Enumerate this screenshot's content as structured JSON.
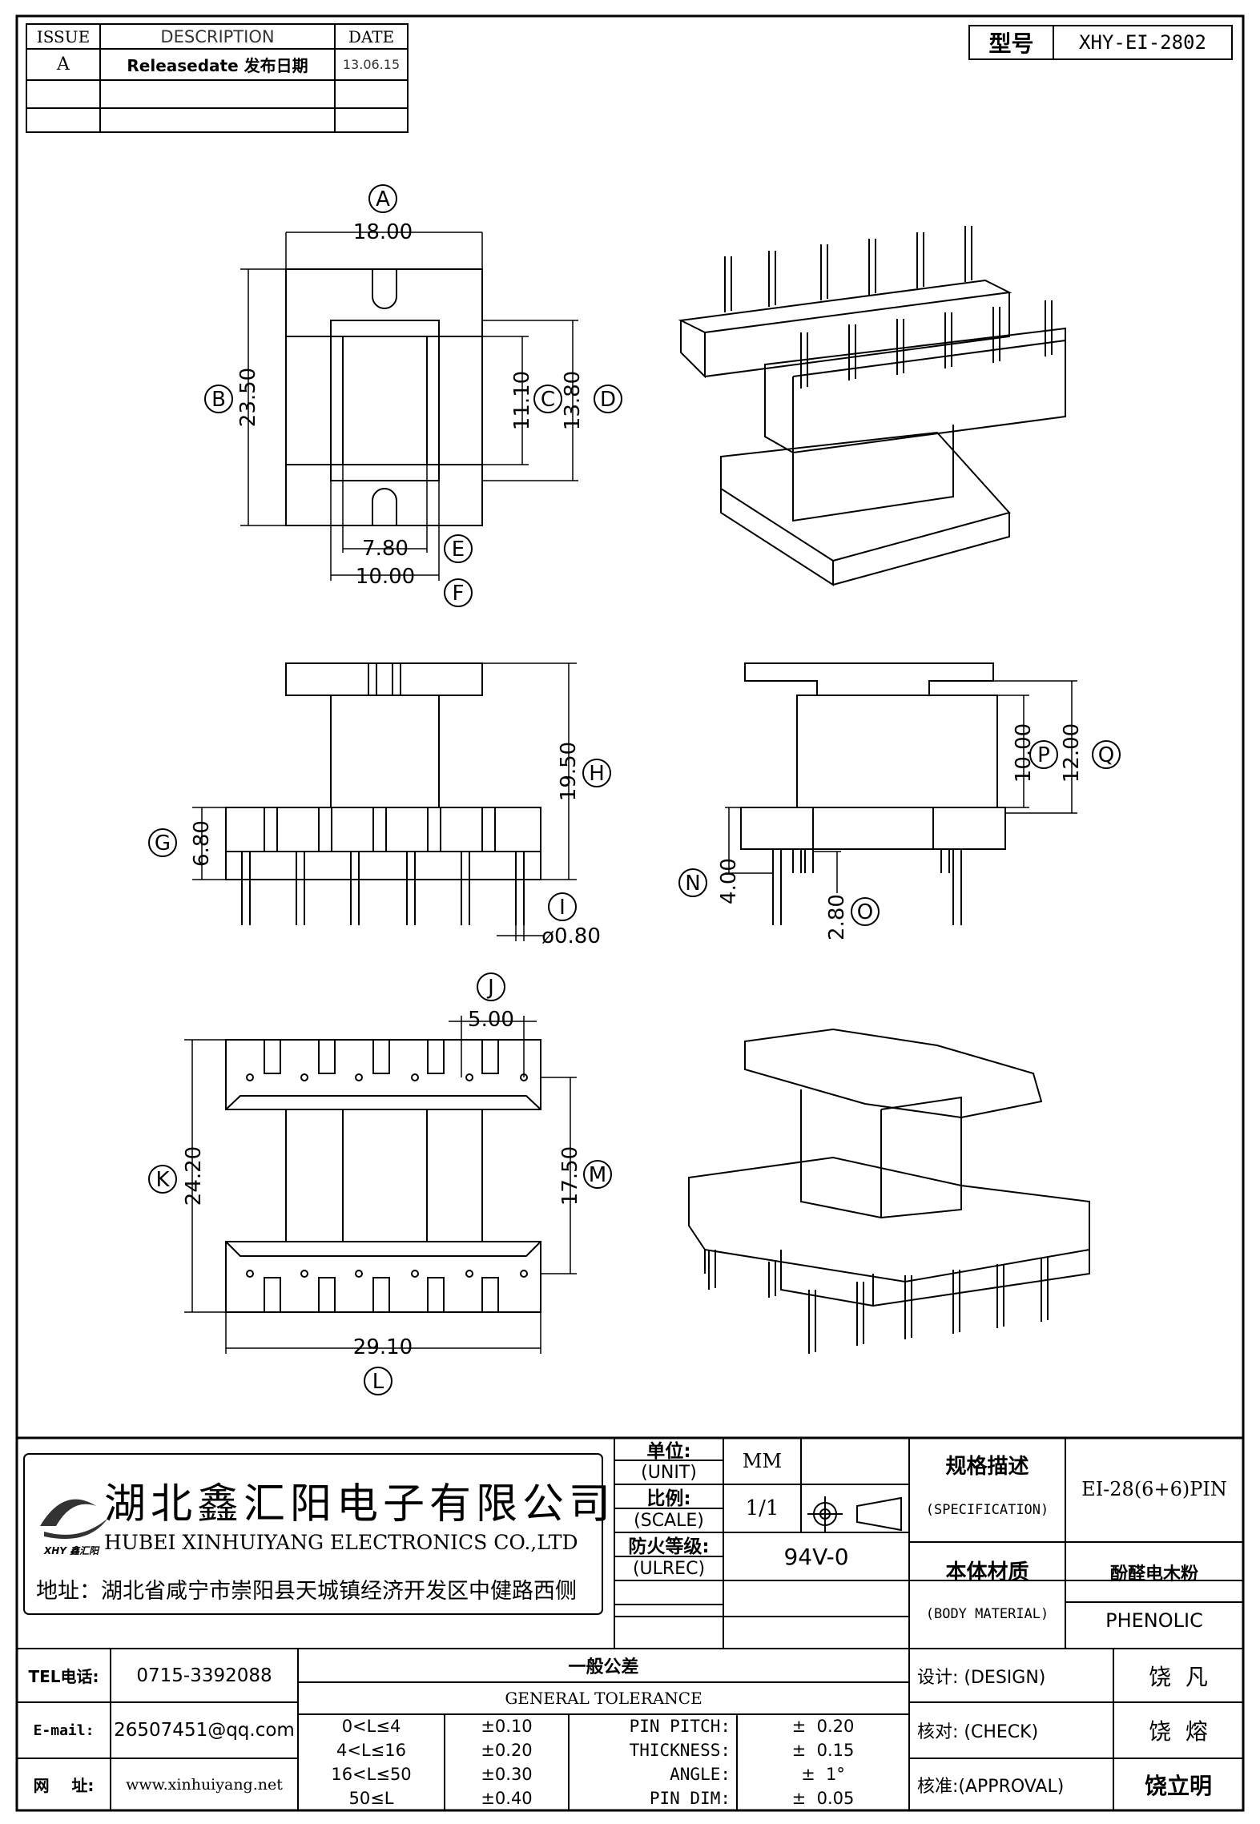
{
  "revision_table": {
    "headers": {
      "issue": "ISSUE",
      "description": "DESCRIPTION",
      "date": "DATE"
    },
    "rows": [
      {
        "issue": "A",
        "description": "Releasedate 发布日期",
        "date": "13.06.15"
      }
    ]
  },
  "model_box": {
    "label": "型号",
    "value": "XHY-EI-2802"
  },
  "dims": {
    "A": "A",
    "A_val": "18.00",
    "B": "B",
    "B_val": "23.50",
    "C": "C",
    "C_val": "11.10",
    "D": "D",
    "D_val": "13.80",
    "E": "E",
    "E_val": "7.80",
    "F": "F",
    "F_val": "10.00",
    "G": "G",
    "G_val": "6.80",
    "H": "H",
    "H_val": "19.50",
    "I": "I",
    "I_val": "ø0.80",
    "J": "J",
    "J_val": "5.00",
    "K": "K",
    "K_val": "24.20",
    "L": "L",
    "L_val": "29.10",
    "M": "M",
    "M_val": "17.50",
    "N": "N",
    "N_val": "4.00",
    "O": "O",
    "O_val": "2.80",
    "P": "P",
    "P_val": "10.00",
    "Q": "Q",
    "Q_val": "12.00"
  },
  "company": {
    "name_cn": "湖北鑫汇阳电子有限公司",
    "name_en": "HUBEI XINHUIYANG ELECTRONICS CO.,LTD",
    "address": "地址：湖北省咸宁市崇阳县天城镇经济开发区中健路西侧",
    "logo_text": "XHY 鑫汇阳"
  },
  "title_block": {
    "unit_cn": "单位:",
    "unit_en": "(UNIT)",
    "unit_val": "MM",
    "scale_cn": "比例:",
    "scale_en": "(SCALE)",
    "scale_val": "1/1",
    "fire_cn": "防火等级:",
    "fire_en": "(ULREC)",
    "fire_val": "94V-0",
    "spec_cn": "规格描述",
    "spec_en": "(SPECIFICATION)",
    "spec_val": "EI-28(6+6)PIN",
    "material_cn": "本体材质",
    "material_en": "(BODY MATERIAL)",
    "material_val_cn": "酚醛电木粉",
    "material_val_en": "PHENOLIC"
  },
  "contact": {
    "tel_label": "TEL电话:",
    "tel": "0715-3392088",
    "email_label": "E-mail:",
    "email": "26507451@qq.com",
    "web_label": "网    址:",
    "web": "www.xinhuiyang.net"
  },
  "tolerance": {
    "title_cn": "一般公差",
    "title_en": "GENERAL TOLERANCE",
    "rows": [
      {
        "range": "0<L≤4",
        "tol": "±0.10",
        "item": "PIN PITCH:",
        "item_tol": "±  0.20"
      },
      {
        "range": "4<L≤16",
        "tol": "±0.20",
        "item": "THICKNESS:",
        "item_tol": "±  0.15"
      },
      {
        "range": "16<L≤50",
        "tol": "±0.30",
        "item": "ANGLE:",
        "item_tol": "±  1°"
      },
      {
        "range": "50≤L",
        "tol": "±0.40",
        "item": "PIN DIM:",
        "item_tol": "±  0.05"
      }
    ]
  },
  "signoff": {
    "design_label": "设计: (DESIGN)",
    "design_name": "饶  凡",
    "check_label": "核对: (CHECK)",
    "check_name": "饶  熔",
    "approval_label": "核准:(APPROVAL)",
    "approval_name": "饶立明"
  }
}
